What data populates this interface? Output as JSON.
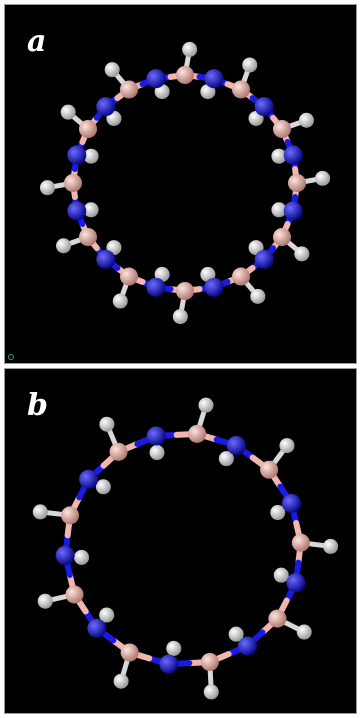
{
  "figure": {
    "panels": [
      {
        "id": "a",
        "label": "a"
      },
      {
        "id": "b",
        "label": "b"
      }
    ]
  },
  "colors": {
    "background": "#000000",
    "boron": "#f2b6ae",
    "nitrogen": "#1a1ae6",
    "hydrogen": "#f2f2f2",
    "frame": "#9a9a9a"
  },
  "icons": [
    "axes-indicator-icon"
  ]
}
